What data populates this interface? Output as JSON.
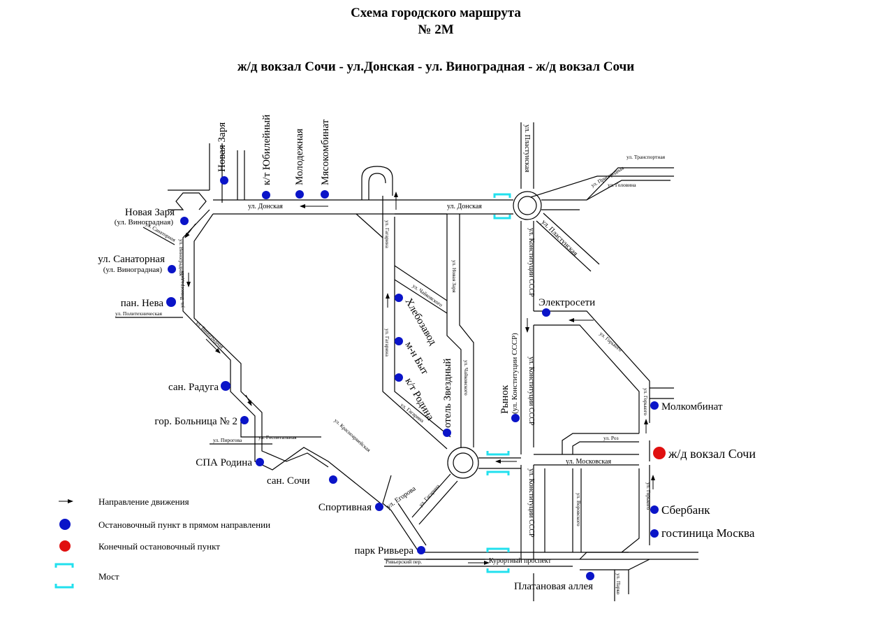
{
  "header": {
    "title_line1": "Схема городского маршрута",
    "title_line2": "№ 2М",
    "route": "ж/д вокзал Сочи - ул.Донская - ул. Виноградная - ж/д вокзал Сочи"
  },
  "colors": {
    "stop": "#0a14c8",
    "terminal": "#e01010",
    "bridge": "#22e0ee",
    "road": "#000000"
  },
  "stops": {
    "novaya_zarya_top": "Новая Заря",
    "kt_yubileyny": "к/т Юбилейный",
    "molodezhnaya": "Молодежная",
    "myasokombinat": "Мясокомбинат",
    "novaya_zarya_left": "Новая Заря",
    "novaya_zarya_left_sub": "(ул. Виноградная)",
    "sanatornaya": "ул. Санаторная",
    "sanatornaya_sub": "(ул. Виноградная)",
    "pan_neva": "пан. Нева",
    "san_raduga": "сан. Радуга",
    "gor_bolnitsa": "гор. Больница № 2",
    "spa_rodina": "СПА Родина",
    "san_sochi": "сан. Сочи",
    "sportivnaya": "Спортивная",
    "park_riviera": "парк Ривьера",
    "platanovaya": "Платановая аллея",
    "khlebozavod": "Хлебозавод",
    "mn_byt": "м-н Быт",
    "kt_rodina": "к/т Родина",
    "otel_zvezdny": "отель Звездный",
    "rynok": "Рынок",
    "rynok_sub": "(ул. Конституции СССР)",
    "elektroseti": "Электросети",
    "molkombinat": "Молкомбинат",
    "vokzal": "ж/д вокзал Сочи",
    "sberbank": "Сбербанк",
    "gostinitsa": "гостиница Москва"
  },
  "streets": {
    "donskaya_left": "ул. Донская",
    "donskaya_right": "ул. Донская",
    "plastunskaya_top": "ул. Пластунская",
    "plastunskaya_diag": "ул. Пластунская",
    "transportnaya": "ул. Транспортная",
    "prigorodnaya": "ул. Пригородная",
    "golovina": "ул. Головина",
    "sanatornaya": "ул. Санаторная",
    "vinogradnaya_1": "ул. Виноградная",
    "vinogradnaya_2": "ул. Виноградная",
    "vinogradnaya_3": "ул. Виноградная",
    "politekhnicheskaya": "ул. Политехническая",
    "gagarina_1": "ул. Гагарина",
    "gagarina_2": "ул. Гагарина",
    "gagarina_3": "ул. Гагарина",
    "gagarina_4": "ул. Гагарина",
    "novaya_zarya": "ул. Новая Заря",
    "chaykovskogo_1": "ул. Чайковского",
    "chaykovskogo_2": "ул. Чайковского",
    "konstitutsii_1": "ул. Конституции СССР",
    "konstitutsii_2": "ул. Конституции СССР",
    "konstitutsii_3": "ул. Конституции СССР",
    "gorkogo_1": "ул. Горького",
    "gorkogo_2": "ул. Горького",
    "gorkogo_3": "ул. Горького",
    "roz": "ул. Роз",
    "moskovskaya": "ул. Московская",
    "vorovskogo": "ул. Воровского",
    "gospitalnaya": "ул. Госпитальная",
    "pirogova": "ул. Пирогова",
    "krasnoarmeyskaya": "ул. Красноармейская",
    "egorova": "ул. Егорова",
    "rivyersky": "Ривьерский пер.",
    "kurortny": "Курортный проспект",
    "parko": "ул. Парко"
  },
  "legend": {
    "direction": "Направление движения",
    "stop": "Остановочный пункт в прямом направлении",
    "terminal": "Конечный остановочный пункт",
    "bridge": "Мост"
  }
}
